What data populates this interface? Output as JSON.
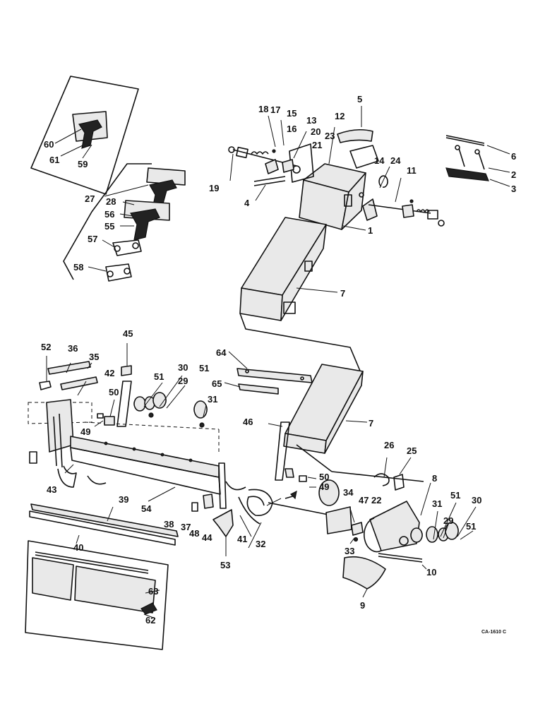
{
  "diagram": {
    "drawing_code": "CA-1610 C",
    "callouts": [
      "1",
      "2",
      "3",
      "4",
      "5",
      "6",
      "7",
      "7",
      "8",
      "9",
      "10",
      "11",
      "12",
      "13",
      "14",
      "15",
      "16",
      "17",
      "18",
      "19",
      "20",
      "21",
      "22",
      "23",
      "24",
      "25",
      "26",
      "27",
      "28",
      "29",
      "29",
      "30",
      "30",
      "31",
      "31",
      "32",
      "33",
      "34",
      "35",
      "36",
      "37",
      "38",
      "39",
      "40",
      "41",
      "42",
      "43",
      "44",
      "45",
      "46",
      "47",
      "48",
      "49",
      "49",
      "50",
      "50",
      "51",
      "51",
      "51",
      "51",
      "52",
      "53",
      "54",
      "55",
      "56",
      "57",
      "58",
      "59",
      "60",
      "61",
      "62",
      "63",
      "64",
      "65"
    ]
  },
  "colors": {
    "ink": "#111111",
    "paper": "#ffffff",
    "shade": "#e9e9e9"
  }
}
